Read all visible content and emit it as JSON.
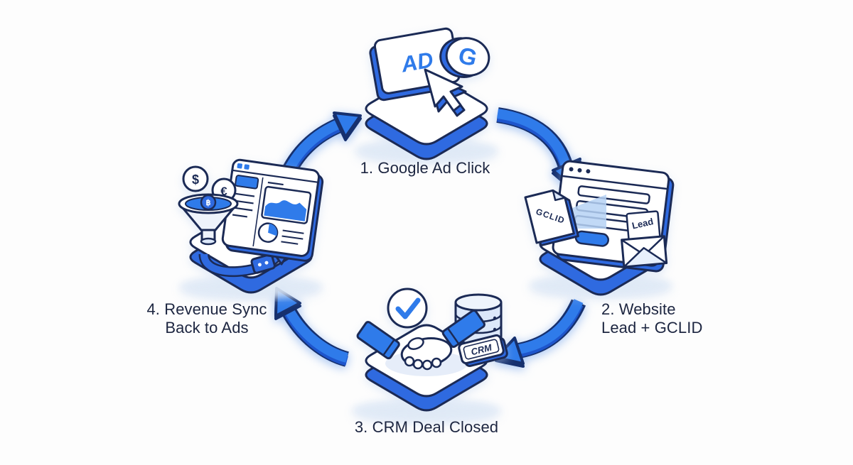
{
  "colors": {
    "background": "#fdfdfd",
    "blue": "#2f6ae0",
    "blue_bright": "#2f7bea",
    "navy": "#1b2a55",
    "light_blue": "#dbe7fa",
    "beam_blue": "#b6d2f4",
    "text": "#1c2540"
  },
  "diagram": {
    "type": "cycle",
    "direction": "clockwise",
    "steps": [
      {
        "id": 1,
        "position": "top",
        "lines": [
          "1. Google Ad Click"
        ],
        "icon": "google-ad-click"
      },
      {
        "id": 2,
        "position": "right",
        "lines": [
          "2. Website",
          "Lead + GCLID"
        ],
        "icon": "website-lead-gclid"
      },
      {
        "id": 3,
        "position": "bottom",
        "lines": [
          "3. CRM Deal Closed"
        ],
        "icon": "crm-deal-closed"
      },
      {
        "id": 4,
        "position": "left",
        "lines": [
          "4. Revenue Sync",
          "Back to Ads"
        ],
        "icon": "revenue-sync"
      }
    ],
    "connections": [
      "1→2",
      "2→3",
      "3→4",
      "4→1"
    ]
  },
  "icon_texts": {
    "ad": "AD",
    "g": "G",
    "gclid": "GCLID",
    "lead": "Lead",
    "crm": "CRM",
    "dollar": "$",
    "euro": "€",
    "funnel_coin": "฿"
  }
}
